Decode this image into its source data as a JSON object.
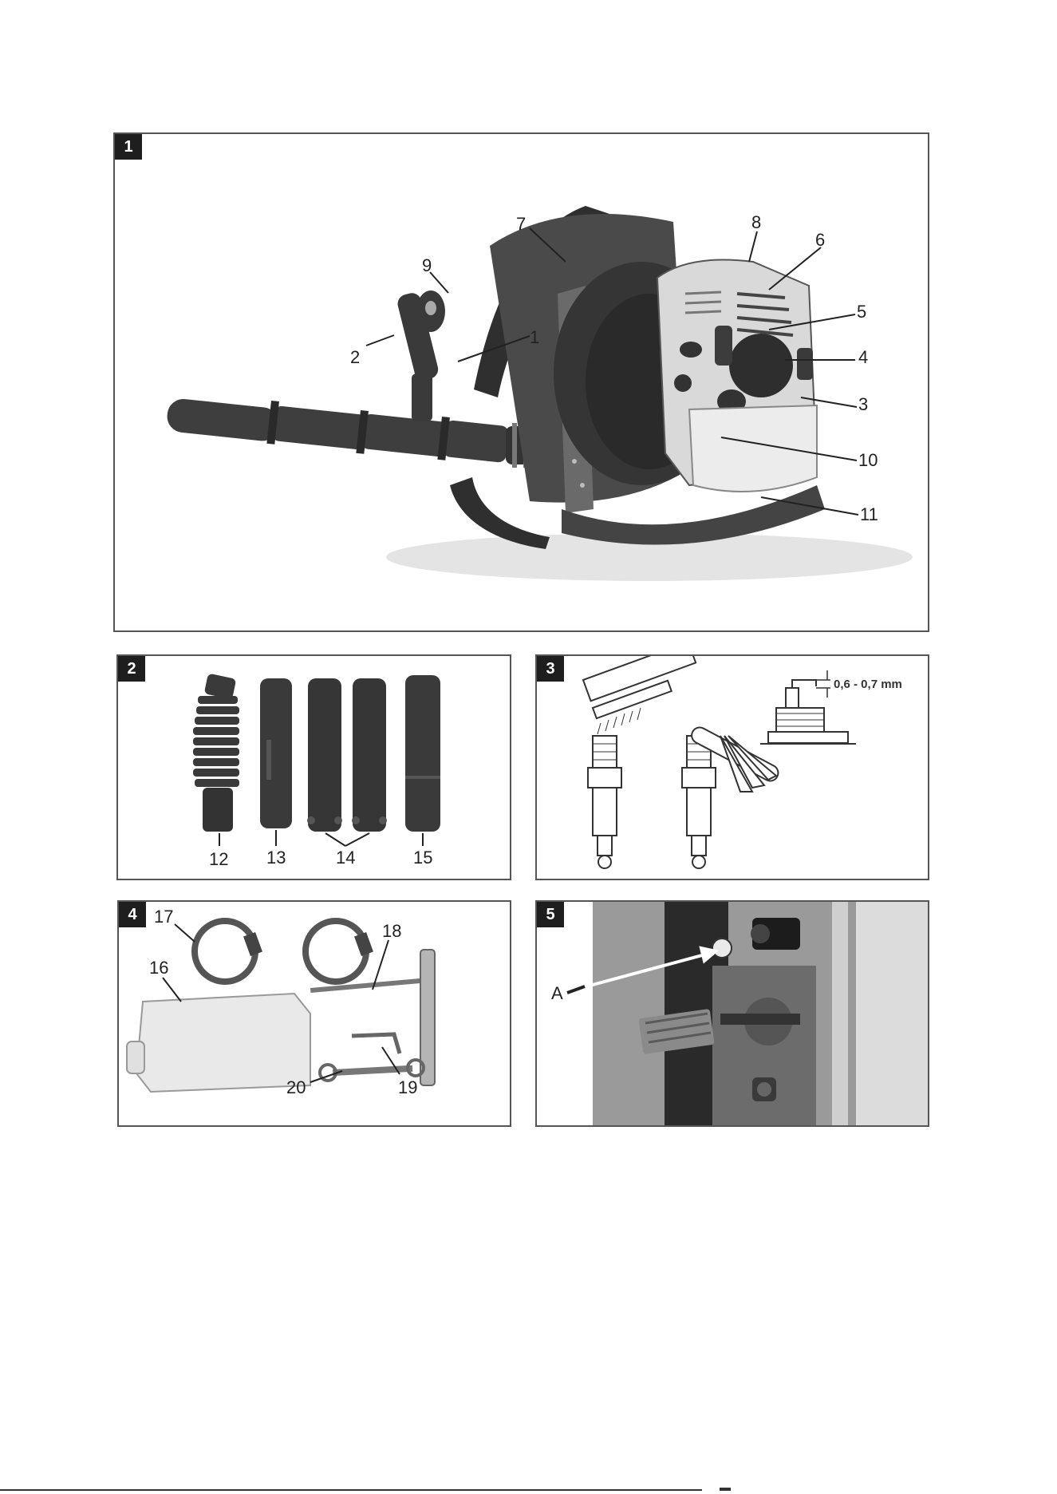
{
  "panels": [
    {
      "number": "1",
      "callouts": [
        "1",
        "2",
        "3",
        "4",
        "5",
        "6",
        "7",
        "8",
        "9",
        "10",
        "11"
      ]
    },
    {
      "number": "2",
      "callouts": [
        "12",
        "13",
        "14",
        "15"
      ]
    },
    {
      "number": "3",
      "gap_label": "0,6 - 0,7 mm"
    },
    {
      "number": "4",
      "callouts": [
        "16",
        "17",
        "18",
        "19",
        "20"
      ]
    },
    {
      "number": "5",
      "callouts": [
        "A"
      ]
    }
  ],
  "colors": {
    "badge": "#1e1e1e",
    "frame": "#555555",
    "part_dark": "#3a3a3a",
    "tank": "#e8e8e8"
  }
}
